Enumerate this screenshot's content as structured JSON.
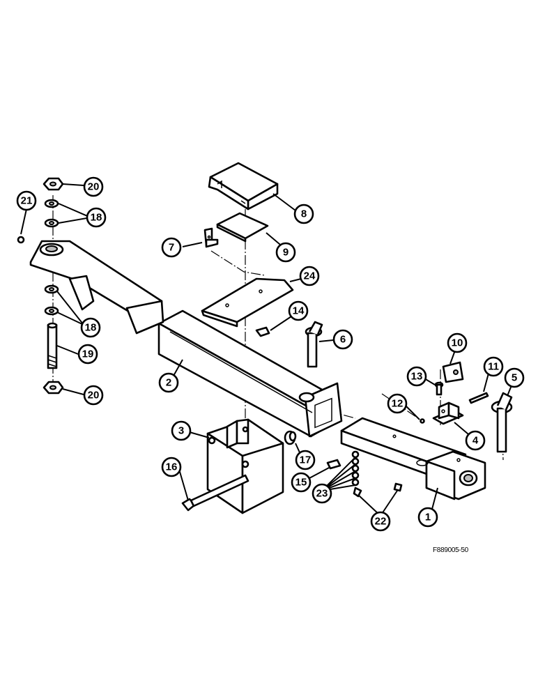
{
  "figure_code": "F889005-50",
  "callouts": [
    {
      "id": "c1",
      "label": "1"
    },
    {
      "id": "c2",
      "label": "2"
    },
    {
      "id": "c3",
      "label": "3"
    },
    {
      "id": "c4",
      "label": "4"
    },
    {
      "id": "c5",
      "label": "5"
    },
    {
      "id": "c6",
      "label": "6"
    },
    {
      "id": "c7",
      "label": "7"
    },
    {
      "id": "c8",
      "label": "8"
    },
    {
      "id": "c9",
      "label": "9"
    },
    {
      "id": "c10",
      "label": "10"
    },
    {
      "id": "c11",
      "label": "11"
    },
    {
      "id": "c12",
      "label": "12"
    },
    {
      "id": "c13",
      "label": "13"
    },
    {
      "id": "c14",
      "label": "14"
    },
    {
      "id": "c15",
      "label": "15"
    },
    {
      "id": "c16",
      "label": "16"
    },
    {
      "id": "c17",
      "label": "17"
    },
    {
      "id": "c18a",
      "label": "18"
    },
    {
      "id": "c18b",
      "label": "18"
    },
    {
      "id": "c19",
      "label": "19"
    },
    {
      "id": "c20a",
      "label": "20"
    },
    {
      "id": "c20b",
      "label": "20"
    },
    {
      "id": "c21",
      "label": "21"
    },
    {
      "id": "c22",
      "label": "22"
    },
    {
      "id": "c23",
      "label": "23"
    },
    {
      "id": "c24",
      "label": "24"
    }
  ]
}
